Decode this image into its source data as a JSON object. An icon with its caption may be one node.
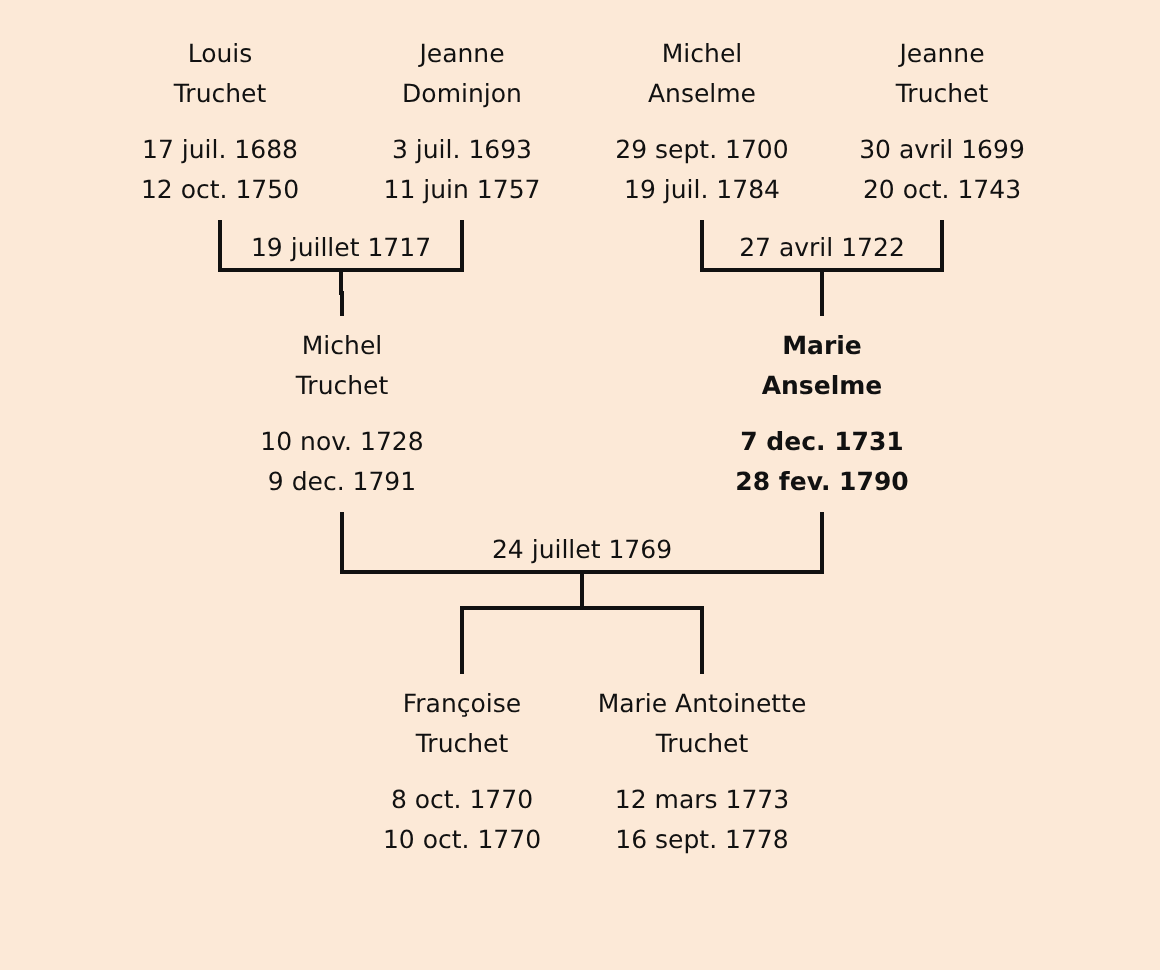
{
  "diagram": {
    "nodes": [
      {
        "text": [
          "Louis Truchet",
          "17 juil. 1688",
          "12 oct. 1750"
        ]
      },
      {
        "text": [
          "Jeanne Dominjon",
          "3 juil. 1693",
          "11 juin 1757"
        ]
      },
      {
        "text": [
          "Michel Anselme",
          "29 sept. 1700",
          "19 juil. 1784"
        ]
      },
      {
        "text": [
          "Jeanne Truchet",
          "30 avril 1699",
          "20 oct. 1743"
        ]
      },
      {
        "text": [
          "Michel Truchet",
          "10 nov. 1728",
          "9 dec. 1791"
        ]
      },
      {
        "text": [
          "Marie Anselme",
          "7 dec. 1731",
          "28 fev. 1790"
        ]
      },
      {
        "text": [
          "Françoise Truchet",
          "8 oct. 1770",
          "10 oct. 1770"
        ]
      },
      {
        "text": [
          "Marie Antoinette Truchet",
          "12 mars 1773",
          "16 sept. 1778"
        ]
      }
    ],
    "edges": [
      {
        "from": 0,
        "to": 4,
        "arrow": "none",
        "label": "19 juillet 1717"
      },
      {
        "from": 1,
        "to": 4,
        "arrow": "none"
      },
      {
        "from": 2,
        "to": 5,
        "arrow": "none",
        "label": "27 avril 1722"
      },
      {
        "from": 3,
        "to": 5,
        "arrow": "none"
      },
      {
        "from": 4,
        "to": 6,
        "arrow": "none",
        "label": "24 juillet 1769"
      },
      {
        "from": 5,
        "to": 6,
        "arrow": "none"
      },
      {
        "from": 4,
        "to": 7,
        "arrow": "none"
      },
      {
        "from": 5,
        "to": 7,
        "arrow": "none"
      }
    ]
  }
}
